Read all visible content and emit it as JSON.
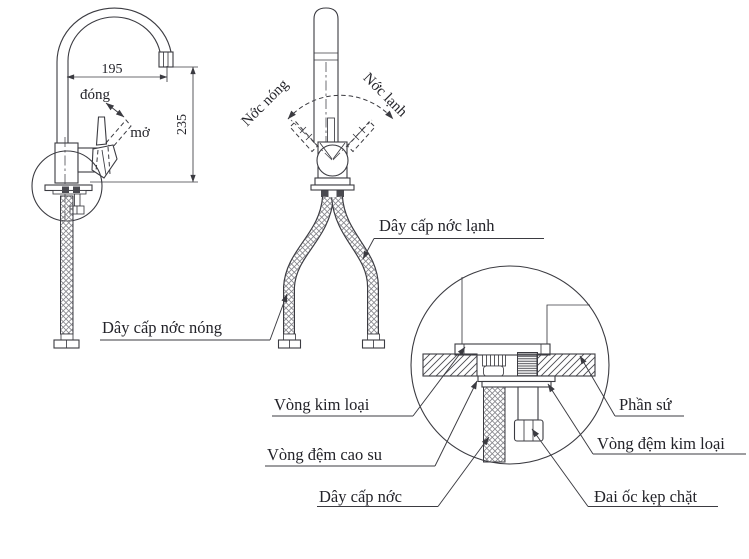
{
  "diagram": {
    "side_view": {
      "dim_width": "195",
      "dim_height": "235",
      "close_label": "đóng",
      "open_label": "mở"
    },
    "front_view": {
      "hot_label": "Nớc nóng",
      "cold_label": "Nớc lạnh",
      "cold_hose_label": "Dây cấp nớc lạnh",
      "hot_hose_label": "Dây cấp nớc nóng"
    },
    "detail_view": {
      "metal_ring_label": "Vòng kim loại",
      "rubber_gasket_label": "Vòng đệm cao su",
      "supply_hose_label": "Dây cấp nớc",
      "ceramic_label": "Phần sứ",
      "metal_washer_label": "Vòng đệm kim loại",
      "clamp_nut_label": "Đai ốc kẹp chặt"
    },
    "colors": {
      "line": "#3b3b41",
      "text": "#232329",
      "background": "#ffffff"
    }
  }
}
